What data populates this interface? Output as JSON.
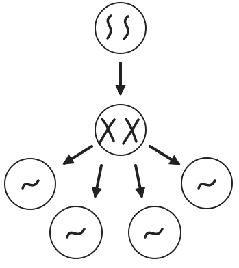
{
  "diagram": {
    "type": "meiosis",
    "text_labels": [],
    "cells": {
      "parent": {
        "label": "",
        "chromosomes": 2,
        "chromosome_form": "unreplicated"
      },
      "intermediate": {
        "label": "",
        "chromosomes": 2,
        "chromosome_form": "replicated-x"
      },
      "daughters": [
        {
          "label": "",
          "chromosomes": 1,
          "chromosome_form": "single"
        },
        {
          "label": "",
          "chromosomes": 1,
          "chromosome_form": "single"
        },
        {
          "label": "",
          "chromosomes": 1,
          "chromosome_form": "single"
        },
        {
          "label": "",
          "chromosomes": 1,
          "chromosome_form": "single"
        }
      ]
    },
    "arrows": [
      {
        "from": "parent",
        "to": "intermediate"
      },
      {
        "from": "intermediate",
        "to": "daughter-1"
      },
      {
        "from": "intermediate",
        "to": "daughter-2"
      },
      {
        "from": "intermediate",
        "to": "daughter-3"
      },
      {
        "from": "intermediate",
        "to": "daughter-4"
      }
    ],
    "colors": {
      "stroke": "#222222",
      "background": "#ffffff"
    }
  }
}
